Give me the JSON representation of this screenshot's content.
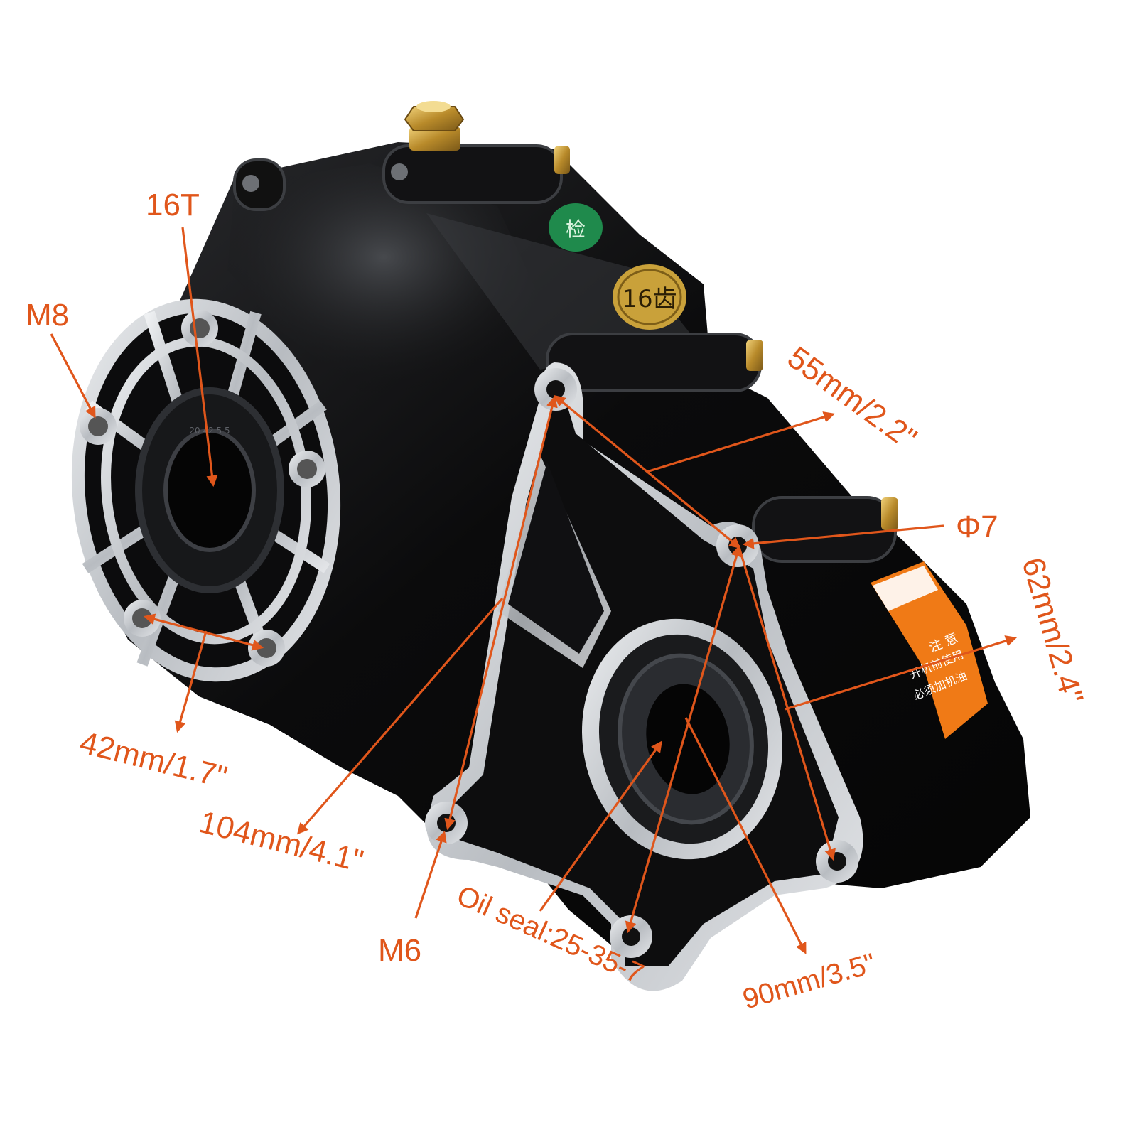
{
  "labels": {
    "teeth": "16T",
    "m8": "M8",
    "d42": "42mm/1.7\"",
    "d104": "104mm/4.1\"",
    "m6": "M6",
    "oil_seal": "Oil seal:25-35-7",
    "d90": "90mm/3.5\"",
    "d62": "62mm/2.4\"",
    "phi7": "Φ7",
    "d55": "55mm/2.2\""
  },
  "sticker": {
    "green_text": "检",
    "gold_text": "16齿",
    "warning_line_1": "注 意",
    "warning_line_2": "开机前使用",
    "warning_line_3": "必须加机油"
  },
  "seal_ring_text": "20 42 5 5",
  "colors": {
    "annotation": "#e0561b",
    "housing": "#0b0b0c",
    "machined_metal": "#cfd2d6",
    "brass": "#c9a13a",
    "green_sticker": "#1f8a4c",
    "orange_sticker": "#f07a16"
  }
}
